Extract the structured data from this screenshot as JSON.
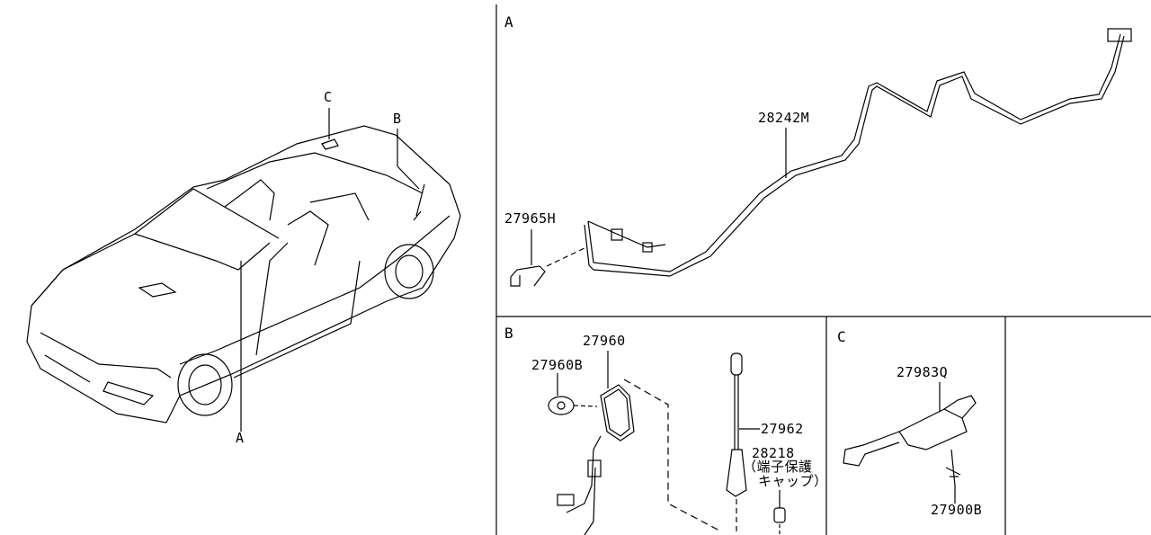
{
  "overview": {
    "callout_c": "C",
    "callout_b": "B",
    "callout_a": "A"
  },
  "section_a": {
    "title": "A",
    "parts": [
      "28242M",
      "27965H"
    ]
  },
  "section_b": {
    "title": "B",
    "parts": [
      "27960",
      "27960B",
      "27962",
      "28218"
    ],
    "note_line1": "（端子保護",
    "note_line2": "キャップ）"
  },
  "section_c": {
    "title": "C",
    "parts": [
      "27983Q",
      "27900B"
    ]
  },
  "colors": {
    "line": "#000000",
    "background": "#ffffff"
  }
}
